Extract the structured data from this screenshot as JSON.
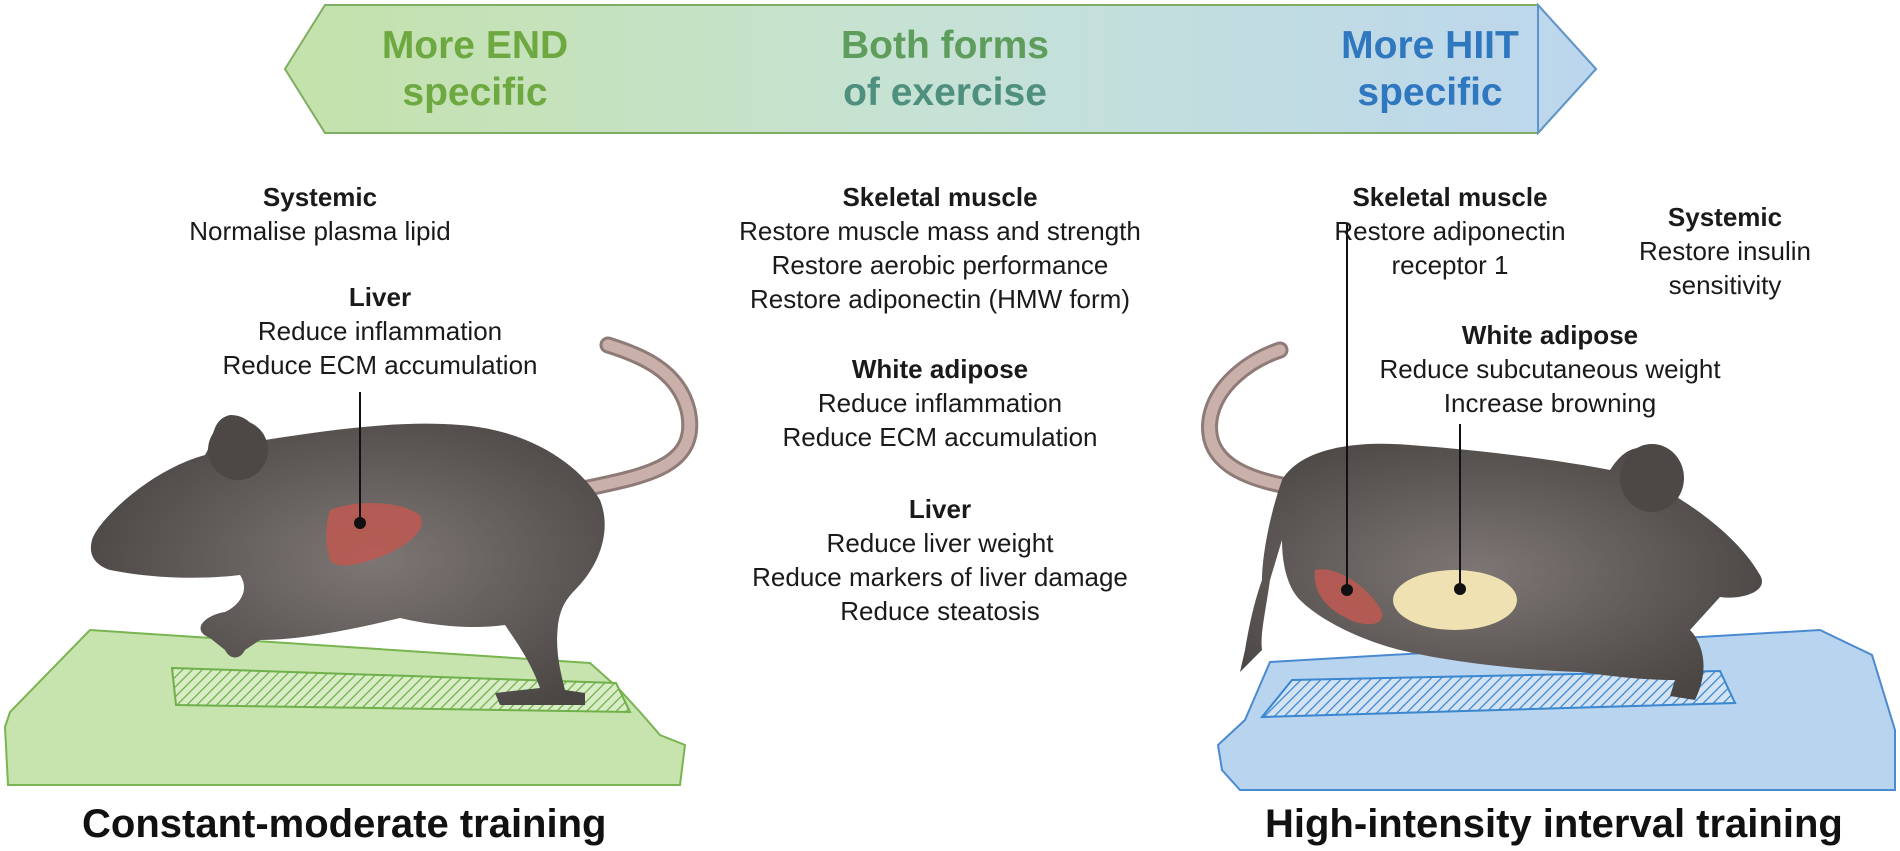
{
  "banner": {
    "left": [
      "More END",
      "specific"
    ],
    "center": [
      "Both forms",
      "of exercise"
    ],
    "right": [
      "More HIIT",
      "specific"
    ],
    "colors": {
      "green": "#6ea840",
      "blue": "#2f78c0",
      "mid": "#4f9a88"
    }
  },
  "end_panel": {
    "systemic": {
      "heading": "Systemic",
      "lines": [
        "Normalise plasma lipid"
      ]
    },
    "liver": {
      "heading": "Liver",
      "lines": [
        "Reduce inflammation",
        "Reduce ECM accumulation"
      ]
    },
    "caption": "Constant-moderate training"
  },
  "both_panel": {
    "muscle": {
      "heading": "Skeletal muscle",
      "lines": [
        "Restore muscle mass and strength",
        "Restore aerobic performance",
        "Restore adiponectin (HMW form)"
      ]
    },
    "adipose": {
      "heading": "White adipose",
      "lines": [
        "Reduce inflammation",
        "Reduce ECM accumulation"
      ]
    },
    "liver": {
      "heading": "Liver",
      "lines": [
        "Reduce liver weight",
        "Reduce markers of liver damage",
        "Reduce steatosis"
      ]
    }
  },
  "hiit_panel": {
    "muscle": {
      "heading": "Skeletal muscle",
      "lines": [
        "Restore adiponectin",
        "receptor 1"
      ]
    },
    "systemic": {
      "heading": "Systemic",
      "lines": [
        "Restore insulin",
        "sensitivity"
      ]
    },
    "adipose": {
      "heading": "White adipose",
      "lines": [
        "Reduce subcutaneous weight",
        "Increase browning"
      ]
    },
    "caption": "High-intensity interval training"
  }
}
